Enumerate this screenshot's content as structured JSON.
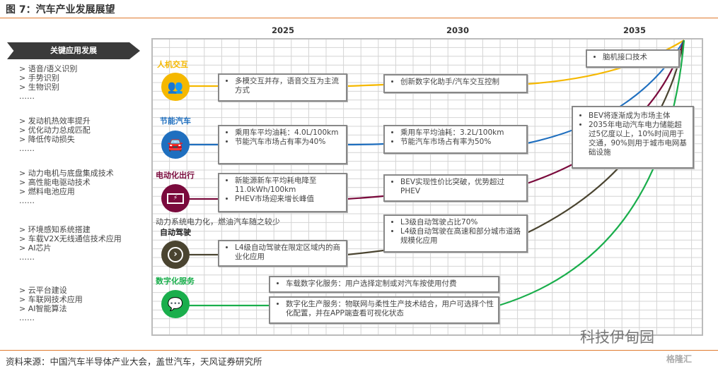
{
  "title": "图 7：汽车产业发展展望",
  "source": "资料来源：中国汽车半导体产业大会，盖世汽车，天风证券研究所",
  "banner": "关键应用发展",
  "lists": [
    [
      "> 语音/语义识别",
      "> 手势识别",
      "> 生物识别",
      "……"
    ],
    [
      "> 发动机热效率提升",
      "> 优化动力总成匹配",
      "> 降低传动损失",
      "……"
    ],
    [
      "> 动力电机与底盘集成技术",
      "> 高性能电驱动技术",
      "> 燃料电池应用",
      "……"
    ],
    [
      "> 环境感知系统搭建",
      "> 车载V2X无线通信技术应用",
      "> AI芯片",
      "……"
    ],
    [
      "> 云平台建设",
      "> 车联网技术应用",
      "> AI智能算法",
      "……"
    ]
  ],
  "years": [
    "2025",
    "2030",
    "2035"
  ],
  "categories": [
    {
      "label": "人机交互",
      "color": "#f5b800",
      "icon": "people-icon"
    },
    {
      "label": "节能汽车",
      "color": "#1f6fbf",
      "icon": "car-icon"
    },
    {
      "label": "电动化出行",
      "color": "#7a0a3c",
      "icon": "battery-icon"
    },
    {
      "label": "自动驾驶",
      "color": "#4a4430",
      "icon": "chevron-right-icon"
    },
    {
      "label": "数字化服务",
      "color": "#1aae4c",
      "icon": "chat-icon"
    }
  ],
  "note": "动力系统电力化，燃油汽车随之较少",
  "boxes": {
    "hmi_2025": [
      "多模交互并存，语音交互为主流方式"
    ],
    "hmi_2030": [
      "创新数字化助手/汽车交互控制"
    ],
    "hmi_2035": [
      "脑机接口技术"
    ],
    "eco_2025": [
      "乘用车平均油耗：4.0L/100km",
      "节能汽车市场占有率为40%"
    ],
    "eco_2030": [
      "乘用车平均油耗：3.2L/100km",
      "节能汽车市场占有率为50%"
    ],
    "ev_2035": [
      "BEV将逐渐成为市场主体",
      "2035年电动汽车电力储能超过5亿度以上，10%时间用于交通，90%则用于城市电网基础设施"
    ],
    "ev_2025": [
      "新能源新车平均耗电降至11.0kWh/100km",
      "PHEV市场迎来增长峰值"
    ],
    "ev_2030": [
      "BEV实现性价比突破，优势超过PHEV"
    ],
    "ad_2030": [
      "L3级自动驾驶占比70%",
      "L4级自动驾驶在高速和部分城市道路规模化应用"
    ],
    "ad_2025": [
      "L4级自动驾驶在限定区域内的商业化应用"
    ],
    "ds_1": [
      "车载数字化服务：用户选择定制或对汽车按使用付费"
    ],
    "ds_2": [
      "数字化生产服务：物联网与柔性生产技术结合，用户可选择个性化配置，并在APP端查看可视化状态"
    ]
  },
  "watermark": "科技伊甸园",
  "watermark2": "格隆汇"
}
